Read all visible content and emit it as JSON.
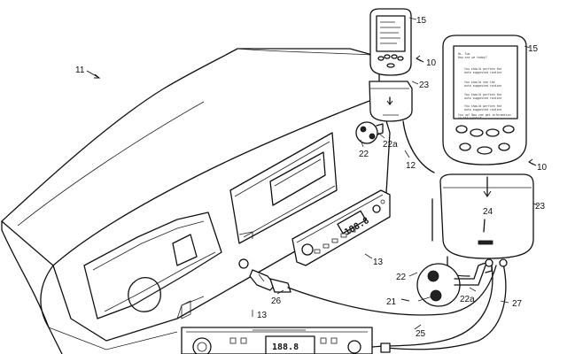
{
  "labels": {
    "dashboard": "11",
    "device_small": "15",
    "device_large": "15",
    "unit_small": "10",
    "unit_large": "10",
    "cradle_small": "23",
    "cradle_large": "23",
    "connector_small": "22a",
    "plug_small": "22",
    "cable_small": "12",
    "radio_upper": "13",
    "radio_lower": "13",
    "cradle_inner": "24",
    "plug_large": "22",
    "connector_large": "22a",
    "cable_main": "21",
    "lighter_plug": "26",
    "cable_lower": "25",
    "cable_right": "27"
  },
  "screen_lines": [
    "Hi. Sue",
    "How are we today?",
    "You should perform the",
    "auto suggested routine",
    "You should see the",
    "auto suggested routine",
    "You should perform the",
    "auto suggested routine",
    "You should perform the",
    "auto suggested routine",
    "You up! Now can get information",
    "on the product"
  ],
  "radio_display": "188.8"
}
